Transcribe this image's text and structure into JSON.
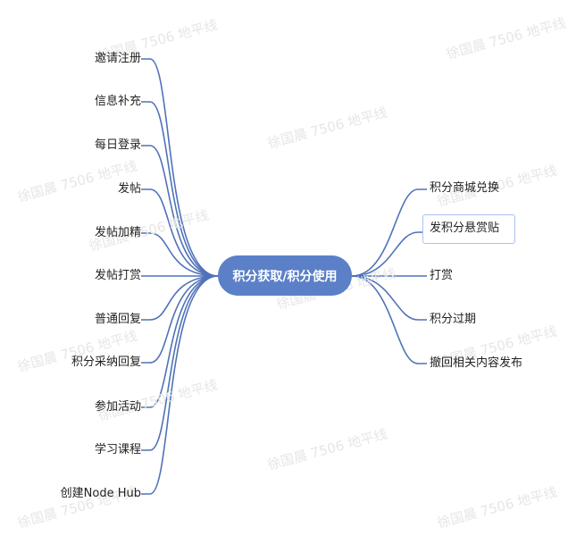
{
  "center": {
    "label": "积分获取/积分使用"
  },
  "left_items": [
    {
      "label": "邀请注册"
    },
    {
      "label": "信息补充"
    },
    {
      "label": "每日登录"
    },
    {
      "label": "发帖"
    },
    {
      "label": "发帖加精"
    },
    {
      "label": "发帖打赏"
    },
    {
      "label": "普通回复"
    },
    {
      "label": "积分采纳回复"
    },
    {
      "label": "参加活动"
    },
    {
      "label": "学习课程"
    },
    {
      "label": "创建Node Hub"
    }
  ],
  "right_items": [
    {
      "label": "积分商城兑换"
    },
    {
      "label": "发积分悬赏贴",
      "selected": true
    },
    {
      "label": "打赏"
    },
    {
      "label": "积分过期"
    },
    {
      "label": "撤回相关内容发布"
    }
  ],
  "watermark": {
    "text": "徐国晨 7506 地平线"
  },
  "colors": {
    "center_fill": "#5b80c8",
    "link": "#4f72b8",
    "selection_border": "#a9c4f1"
  }
}
